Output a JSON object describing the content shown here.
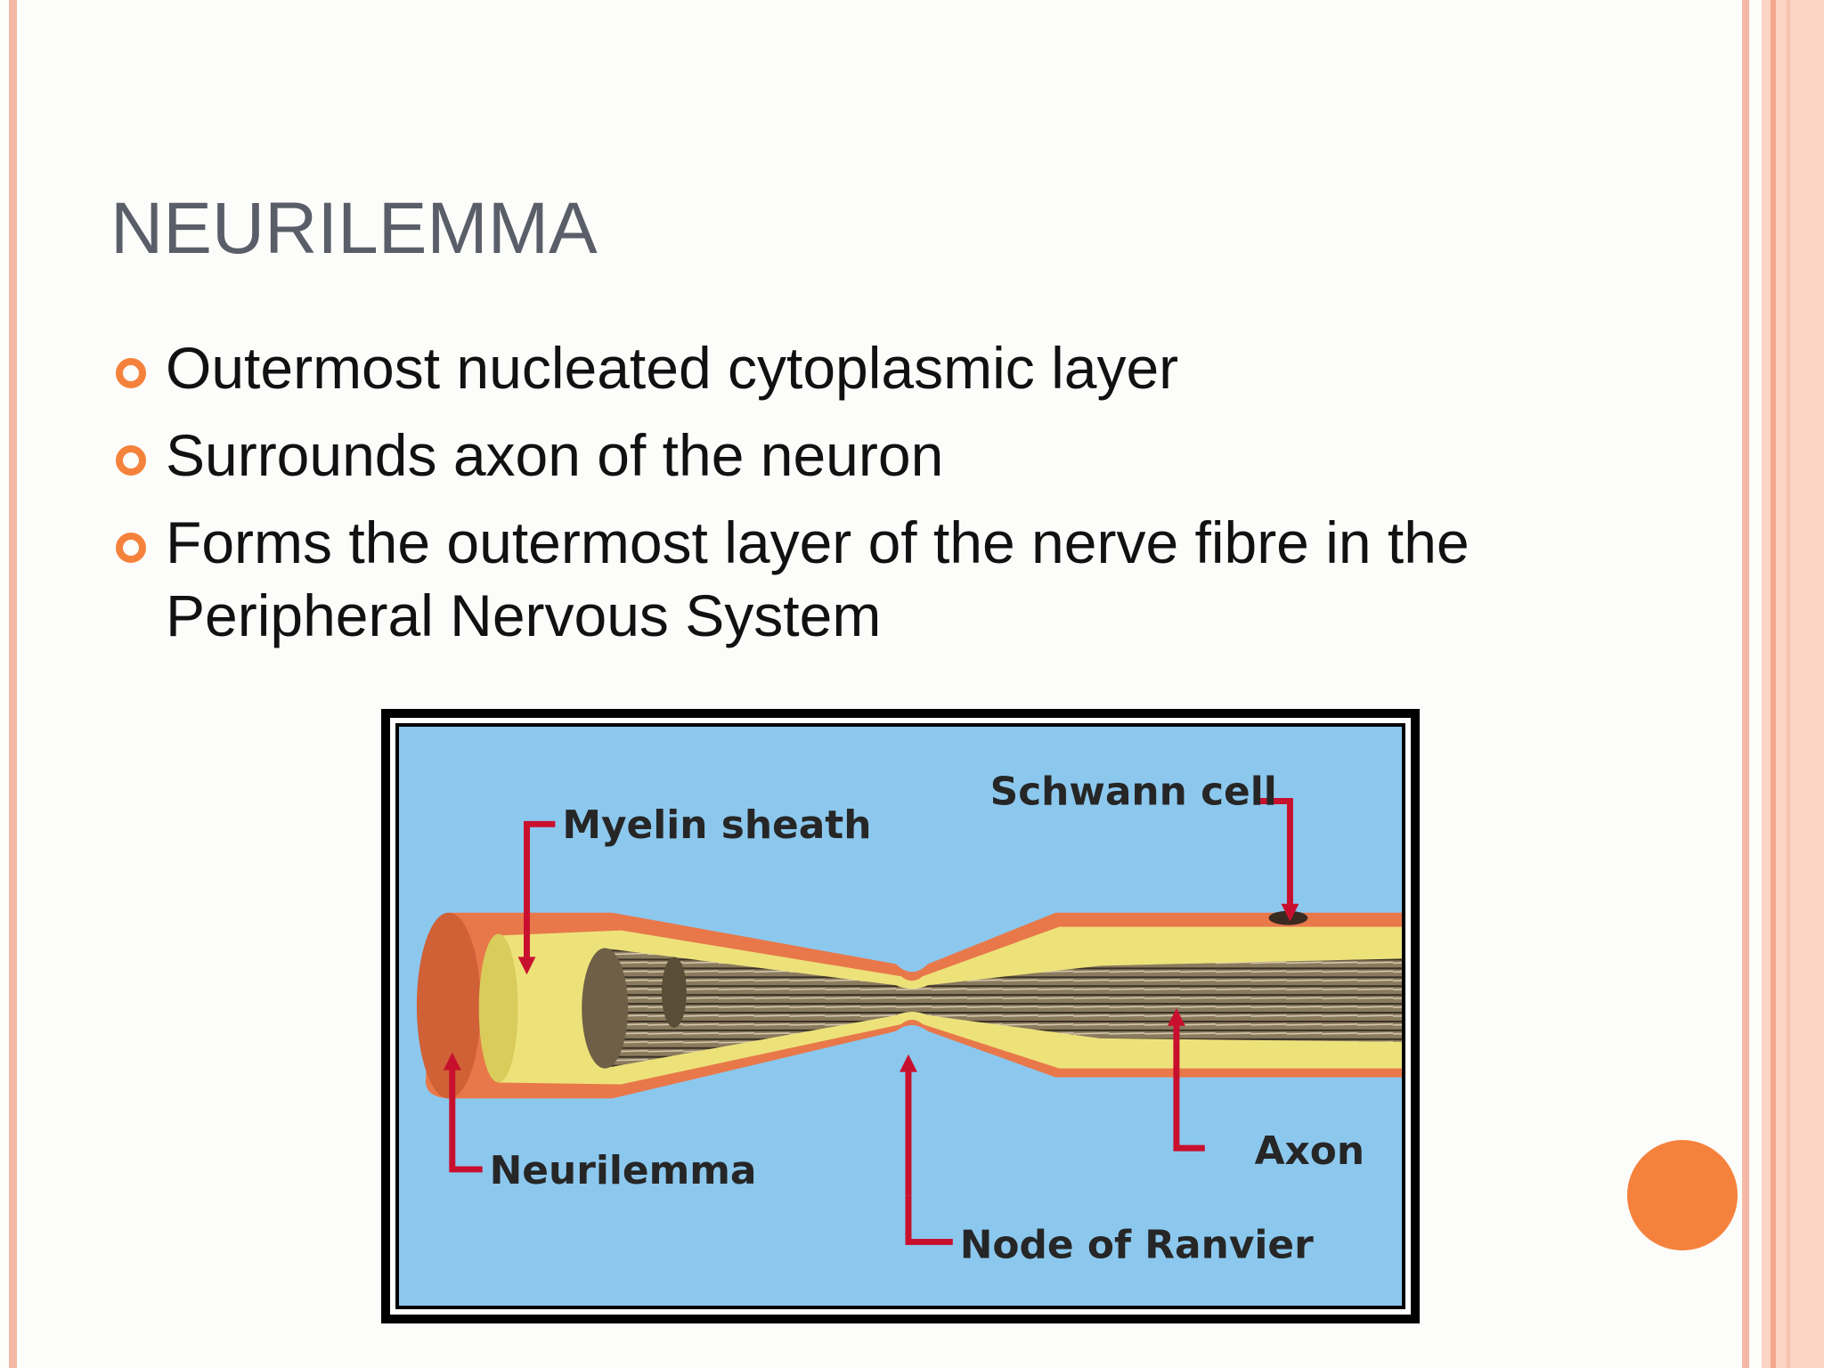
{
  "title": "NEURILEMMA",
  "bullets": [
    "Outermost nucleated cytoplasmic  layer",
    "Surrounds axon of the neuron",
    "Forms the outermost layer of the nerve fibre in the Peripheral Nervous System"
  ],
  "figure": {
    "labels": {
      "myelin_sheath": "Myelin sheath",
      "schwann_cell": "Schwann cell",
      "neurilemma": "Neurilemma",
      "axon": "Axon",
      "node_of_ranvier": "Node of Ranvier"
    }
  },
  "colors": {
    "accent": "#f5823c",
    "title": "#5a5e69",
    "figure_background": "#8cc8ee",
    "arrow": "#c8102e"
  }
}
